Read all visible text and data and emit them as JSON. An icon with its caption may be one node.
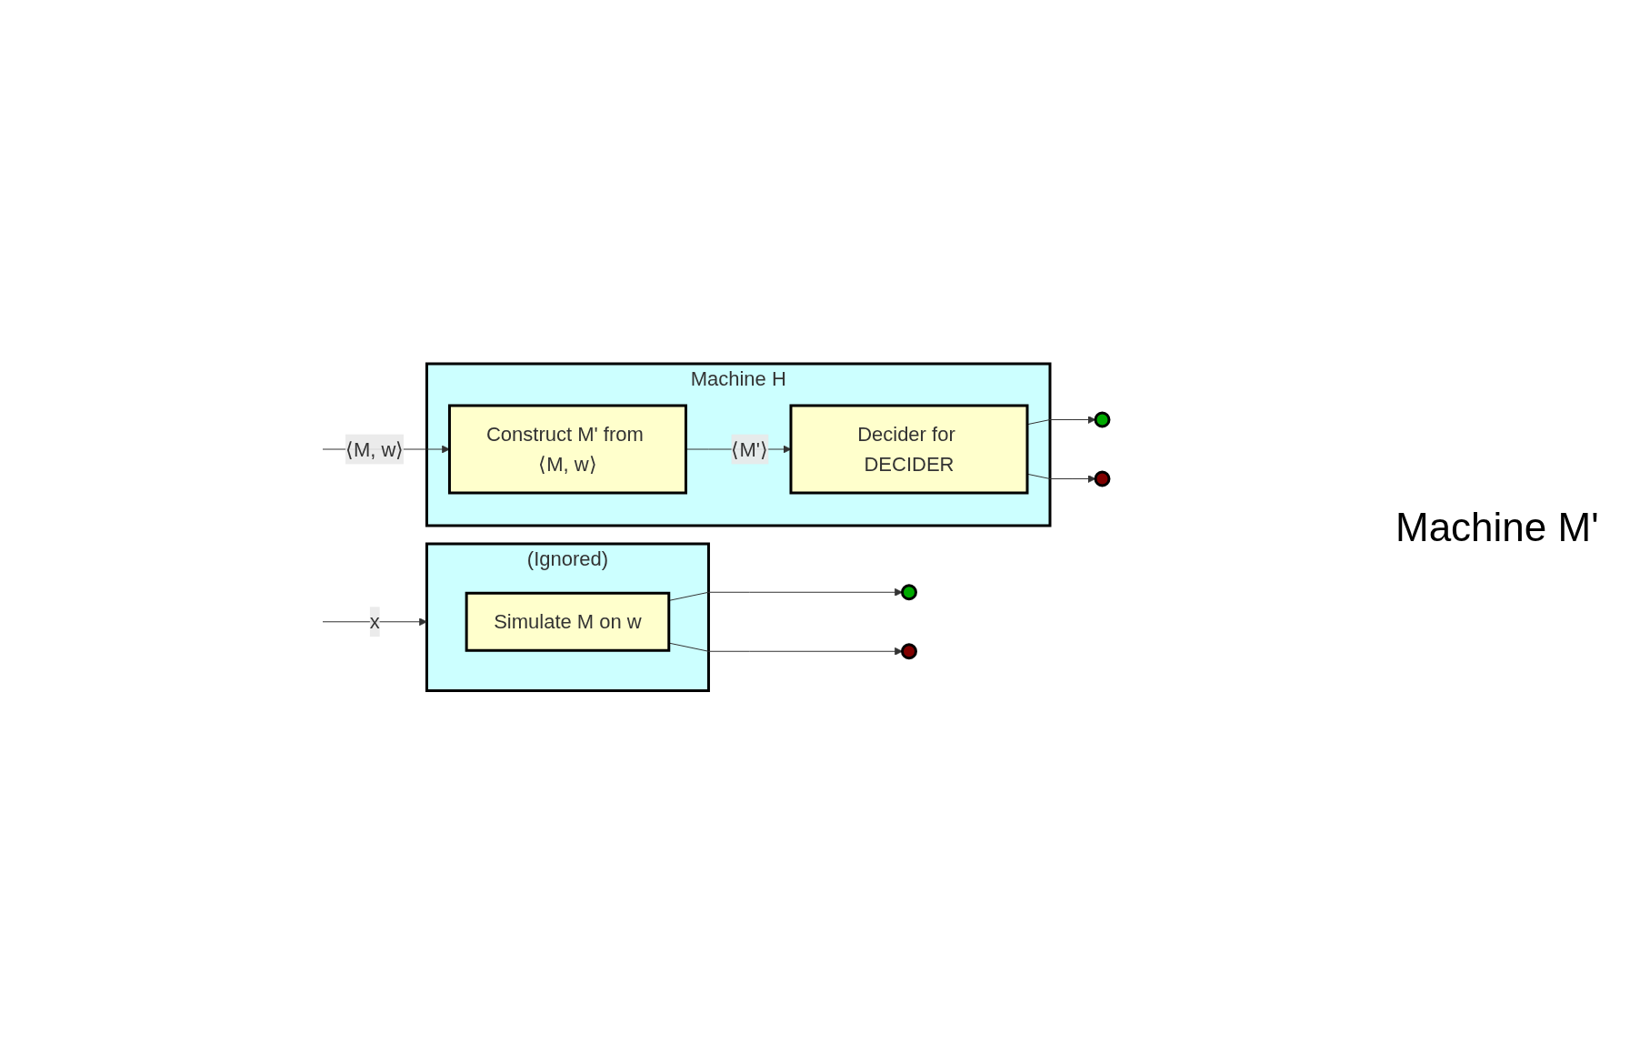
{
  "diagram": {
    "nodes": [
      {
        "text": [
          "Machine H"
        ]
      },
      {
        "text": [
          "Construct M' from ⟨M, w⟩"
        ],
        "in": 0
      },
      {
        "text": [
          "Decider for DECIDER"
        ],
        "in": 0
      },
      {
        "text": [],
        "shape": "circle"
      },
      {
        "text": [],
        "shape": "circle"
      },
      {
        "text": [
          "(Ignored)"
        ]
      },
      {
        "text": [
          "Simulate M on w"
        ],
        "in": 5
      },
      {
        "text": [],
        "shape": "circle"
      },
      {
        "text": [],
        "shape": "circle"
      }
    ],
    "edges": [
      {
        "from": null,
        "to": 1,
        "arrow": "to",
        "label": "⟨M, w⟩"
      },
      {
        "from": 1,
        "to": 2,
        "arrow": "to",
        "label": "⟨M'⟩"
      },
      {
        "from": 2,
        "to": 3,
        "arrow": "to"
      },
      {
        "from": 2,
        "to": 4,
        "arrow": "to"
      },
      {
        "from": null,
        "to": 5,
        "arrow": "to",
        "label": "x"
      },
      {
        "from": 6,
        "to": 7,
        "arrow": "to"
      },
      {
        "from": 6,
        "to": 8,
        "arrow": "to"
      }
    ],
    "labels": [
      "Machine M'"
    ]
  }
}
